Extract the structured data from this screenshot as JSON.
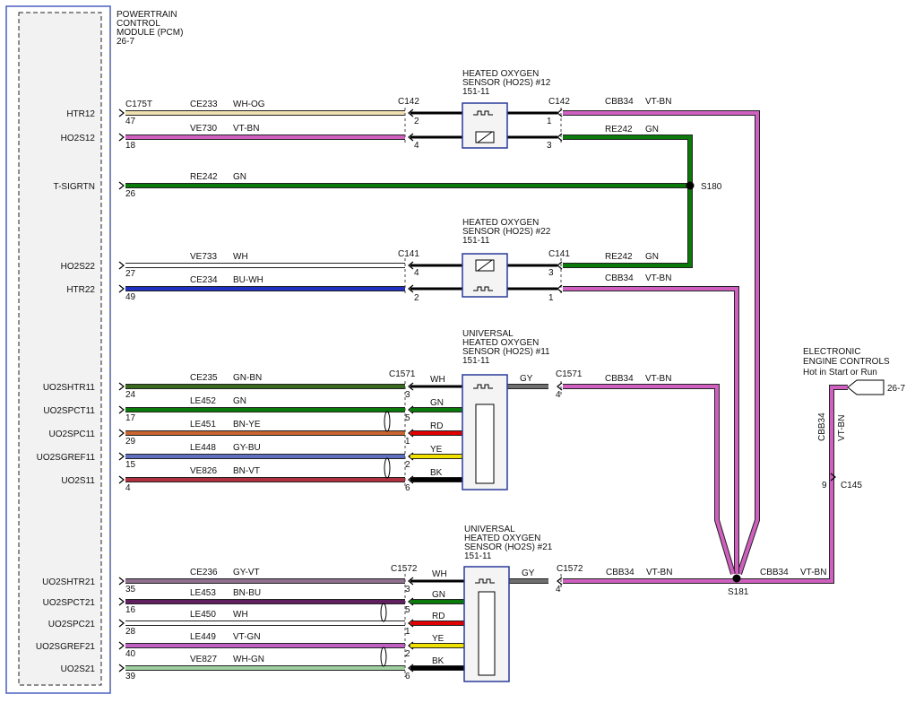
{
  "pcm": {
    "title": [
      "POWERTRAIN",
      "CONTROL",
      "MODULE (PCM)",
      "26-7"
    ]
  },
  "signals": [
    {
      "key": "htr12",
      "label": "HTR12",
      "pin": "47",
      "circuit": "CE233",
      "color_code": "WH-OG"
    },
    {
      "key": "ho2s12",
      "label": "HO2S12",
      "pin": "18",
      "circuit": "VE730",
      "color_code": "VT-BN"
    },
    {
      "key": "tsigrtn",
      "label": "T-SIGRTN",
      "pin": "26",
      "circuit": "RE242",
      "color_code": "GN"
    },
    {
      "key": "ho2s22",
      "label": "HO2S22",
      "pin": "27",
      "circuit": "VE733",
      "color_code": "WH"
    },
    {
      "key": "htr22",
      "label": "HTR22",
      "pin": "49",
      "circuit": "CE234",
      "color_code": "BU-WH"
    },
    {
      "key": "uo2shtr11",
      "label": "UO2SHTR11",
      "pin": "24",
      "circuit": "CE235",
      "color_code": "GN-BN"
    },
    {
      "key": "uo2spct11",
      "label": "UO2SPCT11",
      "pin": "17",
      "circuit": "LE452",
      "color_code": "GN"
    },
    {
      "key": "uo2spc11",
      "label": "UO2SPC11",
      "pin": "29",
      "circuit": "LE451",
      "color_code": "BN-YE"
    },
    {
      "key": "uo2sgref11",
      "label": "UO2SGREF11",
      "pin": "15",
      "circuit": "LE448",
      "color_code": "GY-BU"
    },
    {
      "key": "uo2s11",
      "label": "UO2S11",
      "pin": "4",
      "circuit": "VE826",
      "color_code": "BN-VT"
    },
    {
      "key": "uo2shtr21",
      "label": "UO2SHTR21",
      "pin": "35",
      "circuit": "CE236",
      "color_code": "GY-VT"
    },
    {
      "key": "uo2spct21",
      "label": "UO2SPCT21",
      "pin": "16",
      "circuit": "LE453",
      "color_code": "BN-BU"
    },
    {
      "key": "uo2spc21",
      "label": "UO2SPC21",
      "pin": "28",
      "circuit": "LE450",
      "color_code": "WH"
    },
    {
      "key": "uo2sgref21",
      "label": "UO2SGREF21",
      "pin": "40",
      "circuit": "LE449",
      "color_code": "VT-GN"
    },
    {
      "key": "uo2s21",
      "label": "UO2S21",
      "pin": "39",
      "circuit": "VE827",
      "color_code": "WH-GN"
    }
  ],
  "connectors": {
    "c175t": "C175T",
    "c142_left": "C142",
    "c142_right": "C142",
    "c141_left": "C141",
    "c141_right": "C141",
    "c1571_left": "C1571",
    "c1571_right": "C1571",
    "c1572_left": "C1572",
    "c1572_right": "C1572",
    "c145": "C145"
  },
  "pins": {
    "c142_l_top": "2",
    "c142_l_bot": "4",
    "c142_r_top": "1",
    "c142_r_bot": "3",
    "c141_l_top": "4",
    "c141_l_bot": "2",
    "c141_r_top": "3",
    "c141_r_bot": "1",
    "c1571_l": [
      "3",
      "5",
      "1",
      "2",
      "6"
    ],
    "c1571_r": "4",
    "c1572_l": [
      "3",
      "5",
      "1",
      "2",
      "6"
    ],
    "c1572_r": "4",
    "c145": "9"
  },
  "sensors": {
    "ho2s12": {
      "title": [
        "HEATED OXYGEN",
        "SENSOR (HO2S) #12",
        "151-11"
      ]
    },
    "ho2s22": {
      "title": [
        "HEATED OXYGEN",
        "SENSOR (HO2S) #22",
        "151-11"
      ]
    },
    "uho2s11": {
      "title": [
        "UNIVERSAL",
        "HEATED OXYGEN",
        "SENSOR (HO2S) #11",
        "151-11"
      ]
    },
    "uho2s21": {
      "title": [
        "UNIVERSAL",
        "HEATED OXYGEN",
        "SENSOR (HO2S) #21",
        "151-11"
      ]
    }
  },
  "sensor_leads": [
    "WH",
    "GN",
    "RD",
    "YE",
    "BK"
  ],
  "sensor_gy_lead": "GY",
  "right_circuits": {
    "cbb34": "CBB34",
    "vtbn": "VT-BN",
    "re242": "RE242",
    "gn": "GN"
  },
  "splices": {
    "s180": "S180",
    "s181": "S181"
  },
  "eec": {
    "title": [
      "ELECTRONIC",
      "ENGINE CONTROLS"
    ],
    "subtitle": "Hot in Start or Run",
    "ref": "26-7"
  },
  "colors": {
    "VT-BN": "#d060c0",
    "GN": "#0a7a0a",
    "WH": "#ffffff",
    "WH-OG": "#f0e0b0",
    "BU-WH": "#2030c0",
    "GN-BN": "#3a6a20",
    "BN-YE": "#c86430",
    "GY-BU": "#6070c0",
    "BN-VT": "#b03040",
    "GY-VT": "#907090",
    "BN-BU": "#602060",
    "VT-GN": "#c060c0",
    "WH-GN": "#a0d0a0",
    "GY": "#707070",
    "RD": "#e00000",
    "YE": "#f0e000",
    "BK": "#000000"
  }
}
